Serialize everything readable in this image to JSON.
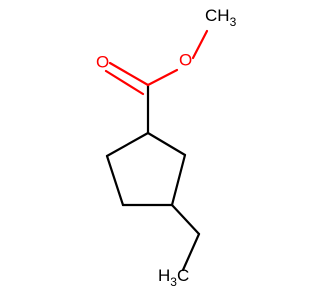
{
  "molecule": {
    "colors": {
      "carbon": "#000000",
      "oxygen": "#ff0000"
    },
    "labels": {
      "methyl_top": {
        "main": "CH",
        "sub": "3"
      },
      "carbonyl_o": {
        "main": "O"
      },
      "ester_o": {
        "main": "O"
      },
      "methyl_bottom": {
        "main": "H",
        "sub": "3",
        "tail": "C"
      }
    }
  }
}
